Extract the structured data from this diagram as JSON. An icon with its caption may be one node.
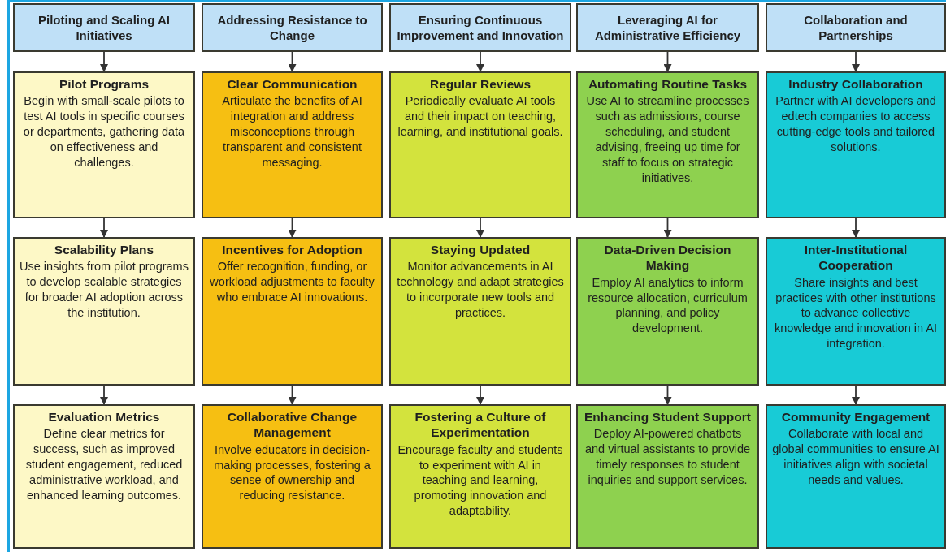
{
  "diagram": {
    "nodes": [
      {
        "text": [
          "Piloting and Scaling AI Initiatives"
        ]
      },
      {
        "text": [
          "Addressing Resistance to Change"
        ]
      },
      {
        "text": [
          "Ensuring Continuous Improvement and Innovation"
        ]
      },
      {
        "text": [
          "Leveraging AI for Administrative Efficiency"
        ]
      },
      {
        "text": [
          "Collaboration and Partnerships"
        ]
      },
      {
        "text": [
          "Pilot Programs",
          "Begin with small-scale pilots to test AI tools in specific courses or departments, gathering data on effectiveness and challenges."
        ]
      },
      {
        "text": [
          "Clear Communication",
          "Articulate the benefits of AI integration and address misconceptions through transparent and consistent messaging."
        ]
      },
      {
        "text": [
          "Regular Reviews",
          "Periodically evaluate AI tools and their impact on teaching, learning, and institutional goals."
        ]
      },
      {
        "text": [
          "Automating Routine Tasks",
          "Use AI to streamline processes such as admissions, course scheduling, and student advising, freeing up time for staff to focus on strategic initiatives."
        ]
      },
      {
        "text": [
          "Industry Collaboration",
          "Partner with AI developers and edtech companies to access cutting-edge tools and tailored solutions."
        ]
      },
      {
        "text": [
          "Scalability Plans",
          "Use insights from pilot programs to develop scalable strategies for broader AI adoption across the institution."
        ]
      },
      {
        "text": [
          "Incentives for Adoption",
          "Offer recognition, funding, or workload adjustments to faculty who embrace AI innovations."
        ]
      },
      {
        "text": [
          "Staying Updated",
          "Monitor advancements in AI technology and adapt strategies to incorporate new tools and practices."
        ]
      },
      {
        "text": [
          "Data-Driven Decision Making",
          "Employ AI analytics to inform resource allocation, curriculum planning, and policy development."
        ]
      },
      {
        "text": [
          "Inter-Institutional Cooperation",
          "Share insights and best practices with other institutions to advance collective knowledge and innovation in AI integration."
        ]
      },
      {
        "text": [
          "Evaluation Metrics",
          "Define clear metrics for success, such as improved student engagement, reduced administrative workload, and enhanced learning outcomes."
        ]
      },
      {
        "text": [
          "Collaborative Change Management",
          "Involve educators in decision-making processes, fostering a sense of ownership and reducing resistance."
        ]
      },
      {
        "text": [
          "Fostering a Culture of Experimentation",
          "Encourage faculty and students to experiment with AI in teaching and learning, promoting innovation and adaptability."
        ]
      },
      {
        "text": [
          "Enhancing Student Support",
          "Deploy AI-powered chatbots and virtual assistants to provide timely responses to student inquiries and support services."
        ]
      },
      {
        "text": [
          "Community Engagement",
          "Collaborate with local and global communities to ensure AI initiatives align with societal needs and values."
        ]
      }
    ],
    "edges": [
      {
        "from": 0,
        "to": 5,
        "arrow": "to"
      },
      {
        "from": 1,
        "to": 6,
        "arrow": "to"
      },
      {
        "from": 2,
        "to": 7,
        "arrow": "to"
      },
      {
        "from": 3,
        "to": 8,
        "arrow": "to"
      },
      {
        "from": 4,
        "to": 9,
        "arrow": "to"
      },
      {
        "from": 5,
        "to": 10,
        "arrow": "to"
      },
      {
        "from": 6,
        "to": 11,
        "arrow": "to"
      },
      {
        "from": 7,
        "to": 12,
        "arrow": "to"
      },
      {
        "from": 8,
        "to": 13,
        "arrow": "to"
      },
      {
        "from": 9,
        "to": 14,
        "arrow": "to"
      },
      {
        "from": 10,
        "to": 15,
        "arrow": "to"
      },
      {
        "from": 11,
        "to": 16,
        "arrow": "to"
      },
      {
        "from": 12,
        "to": 17,
        "arrow": "to"
      },
      {
        "from": 13,
        "to": 18,
        "arrow": "to"
      },
      {
        "from": 14,
        "to": 19,
        "arrow": "to"
      }
    ]
  }
}
